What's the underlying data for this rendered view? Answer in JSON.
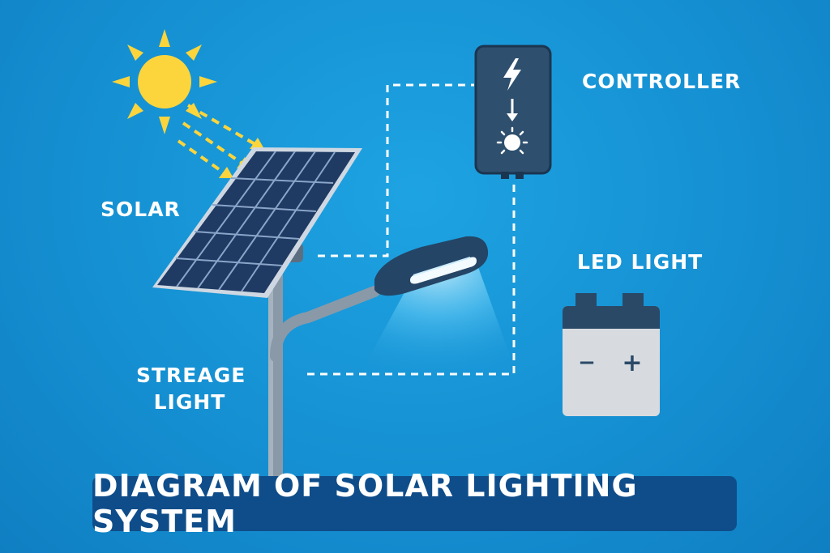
{
  "title": "DIAGRAM OF SOLAR LIGHTING SYSTEM",
  "labels": {
    "solar": "SOLAR",
    "controller": "CONTROLLER",
    "led_light": "LED LIGHT",
    "storage_line1": "STREAGE",
    "storage_line2": "LIGHT"
  },
  "battery": {
    "minus": "−",
    "plus": "+"
  },
  "colors": {
    "background": "#1590d2",
    "sun": "#fcd53c",
    "title_bar": "#0f4d8a",
    "panel": "#24406a",
    "controller": "#2e4f6e",
    "battery": "#d7dbe0",
    "pole": "#8a99a8"
  }
}
